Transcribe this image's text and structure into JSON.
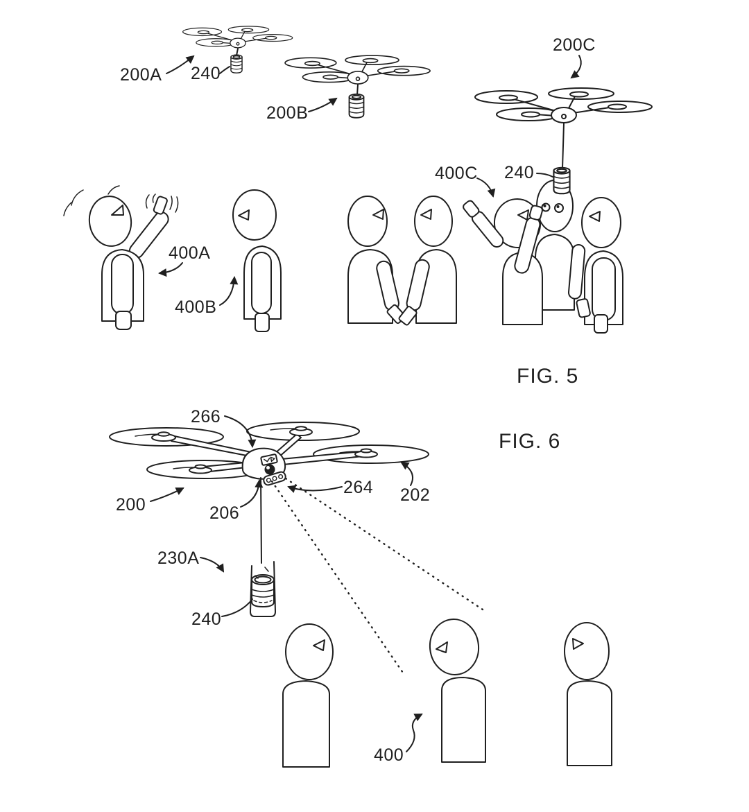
{
  "fig5": {
    "caption": "FIG. 5",
    "refs": {
      "r200A": "200A",
      "r240a": "240",
      "r200B": "200B",
      "r200C": "200C",
      "r240c": "240",
      "r400A": "400A",
      "r400B": "400B",
      "r400C": "400C"
    }
  },
  "fig6": {
    "caption": "FIG. 6",
    "refs": {
      "r266": "266",
      "r200": "200",
      "r206": "206",
      "r264": "264",
      "r202": "202",
      "r230A": "230A",
      "r240": "240",
      "r400": "400"
    }
  },
  "colors": {
    "ink": "#1f1f1f",
    "paper": "#ffffff"
  }
}
